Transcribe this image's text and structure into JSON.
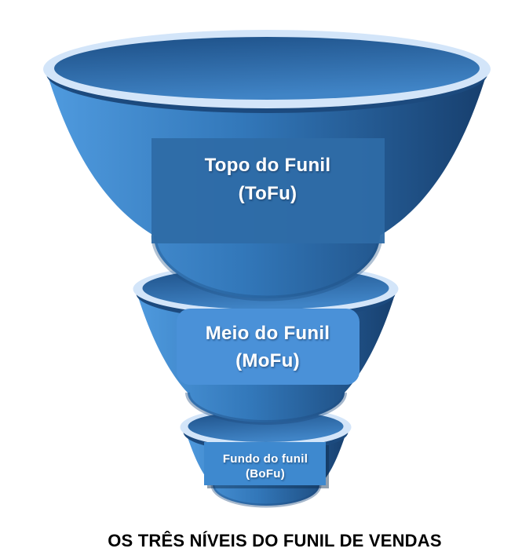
{
  "diagram": {
    "caption": "OS TRÊS NÍVEIS DO FUNIL DE VENDAS",
    "levels": [
      {
        "id": "tofu",
        "name": "Topo do Funil",
        "abbr": "(ToFu)"
      },
      {
        "id": "mofu",
        "name": "Meio do Funil",
        "abbr": "(MoFu)"
      },
      {
        "id": "bofu",
        "name": "Fundo do funil",
        "abbr": "(BoFu)"
      }
    ],
    "colors": {
      "rim": "#d3e5f9",
      "body_left": "#4f9ade",
      "body_mid": "#3277b9",
      "body_right": "#173f6e",
      "opening_dark": "#1c4e85",
      "opening_light": "#4084c6",
      "tofu_label_bg": "#2e6ca7",
      "mofu_label_bg": "#4a91d8",
      "bofu_label_bg": "#3e89cf",
      "label_text": "#ffffff",
      "caption_text": "#000000",
      "background": "#ffffff"
    }
  }
}
